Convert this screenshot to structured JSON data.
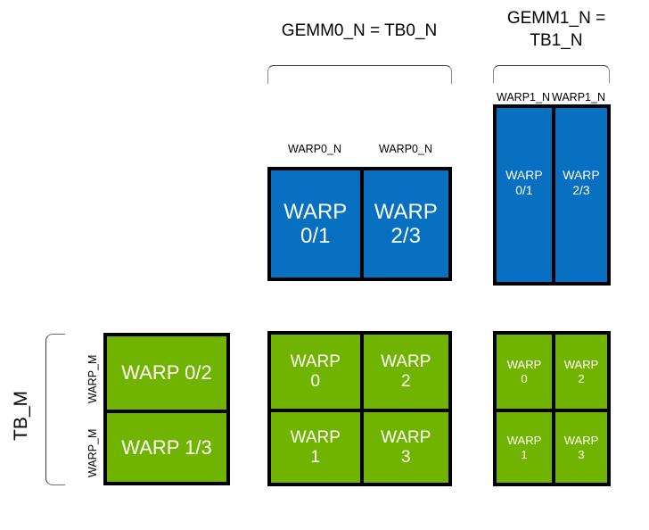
{
  "diagram": {
    "title_gemm0": "GEMM0_N = TB0_N",
    "title_gemm1": "GEMM1_N =\nTB1_N",
    "axis_tb_m": "TB_M",
    "colors": {
      "blue": "#0870C0",
      "green": "#70B400",
      "outline": "#000000",
      "text_on_block": "#FFFFFF",
      "label_text": "#000000",
      "background": "#FFFFFF"
    },
    "labels": {
      "warp0_n_left": "WARP0_N",
      "warp0_n_right": "WARP0_N",
      "warp1_n_left": "WARP1_N",
      "warp1_n_right": "WARP1_N",
      "warp_m_top": "WARP_M",
      "warp_m_bottom": "WARP_M"
    },
    "gemm0_top_block": {
      "cells": [
        {
          "text": "WARP\n0/1"
        },
        {
          "text": "WARP\n2/3"
        }
      ]
    },
    "gemm1_top_block": {
      "cells": [
        {
          "text": "WARP\n0/1"
        },
        {
          "text": "WARP\n2/3"
        }
      ]
    },
    "left_green_block": {
      "cells": [
        {
          "text": "WARP 0/2"
        },
        {
          "text": "WARP 1/3"
        }
      ]
    },
    "middle_green_block": {
      "cells": [
        {
          "text": "WARP\n0"
        },
        {
          "text": "WARP\n2"
        },
        {
          "text": "WARP\n1"
        },
        {
          "text": "WARP\n3"
        }
      ]
    },
    "right_green_block": {
      "cells": [
        {
          "text": "WARP\n0"
        },
        {
          "text": "WARP\n2"
        },
        {
          "text": "WARP\n1"
        },
        {
          "text": "WARP\n3"
        }
      ]
    }
  }
}
